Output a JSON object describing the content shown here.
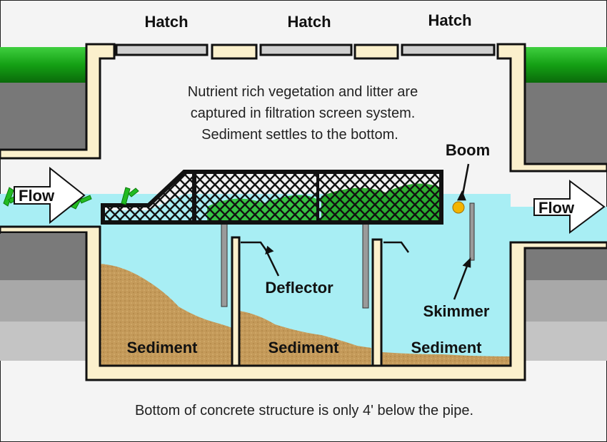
{
  "labels": {
    "hatch_1": "Hatch",
    "hatch_2": "Hatch",
    "hatch_3": "Hatch",
    "description": [
      "Nutrient rich vegetation and litter are",
      "captured in filtration screen system.",
      "Sediment settles to the bottom."
    ],
    "boom": "Boom",
    "flow_in": "Flow",
    "flow_out": "Flow",
    "deflector": "Deflector",
    "skimmer": "Skimmer",
    "sediment_1": "Sediment",
    "sediment_2": "Sediment",
    "sediment_3": "Sediment",
    "footer": "Bottom of concrete structure is only 4' below the pipe."
  },
  "colors": {
    "background": "#f4f4f4",
    "grass": "#1a9a1a",
    "ground_dark": "#7a7a7a",
    "ground_light": "#b4b4b4",
    "concrete": "#fbf0cc",
    "water": "#a8eef4",
    "sediment": "#c49a5a",
    "hatch": "#cfcfcf",
    "boom": "#f3b400",
    "vegetation": "#22bb22"
  }
}
